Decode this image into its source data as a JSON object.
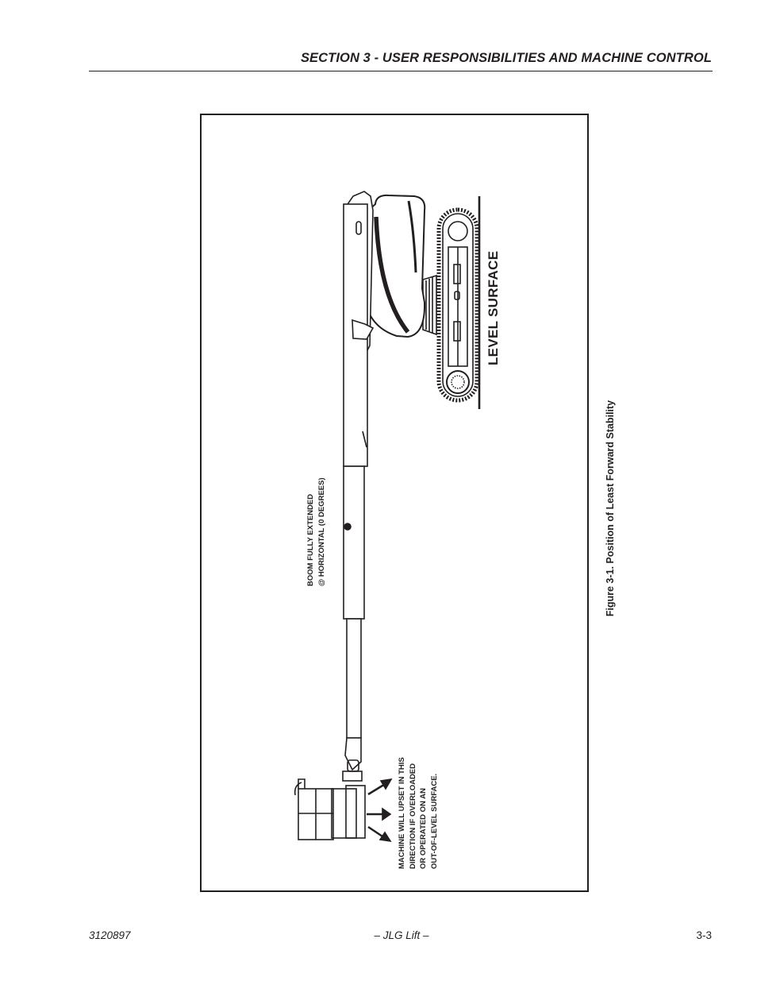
{
  "header": {
    "title": "SECTION 3 - USER RESPONSIBILITIES AND MACHINE CONTROL"
  },
  "figure": {
    "labels": {
      "level_surface": "LEVEL SURFACE",
      "boom": "BOOM FULLY EXTENDED\n@ HORIZONTAL (0 DEGREES)",
      "upset_warning": "MACHINE WILL UPSET IN THIS\nDIRECTION IF OVERLOADED\nOR OPERATED ON AN\nOUT-OF-LEVEL SURFACE."
    },
    "caption": "Figure 3-1.  Position of Least Forward Stability"
  },
  "footer": {
    "doc_number": "3120897",
    "center": "– JLG Lift –",
    "page": "3-3"
  }
}
